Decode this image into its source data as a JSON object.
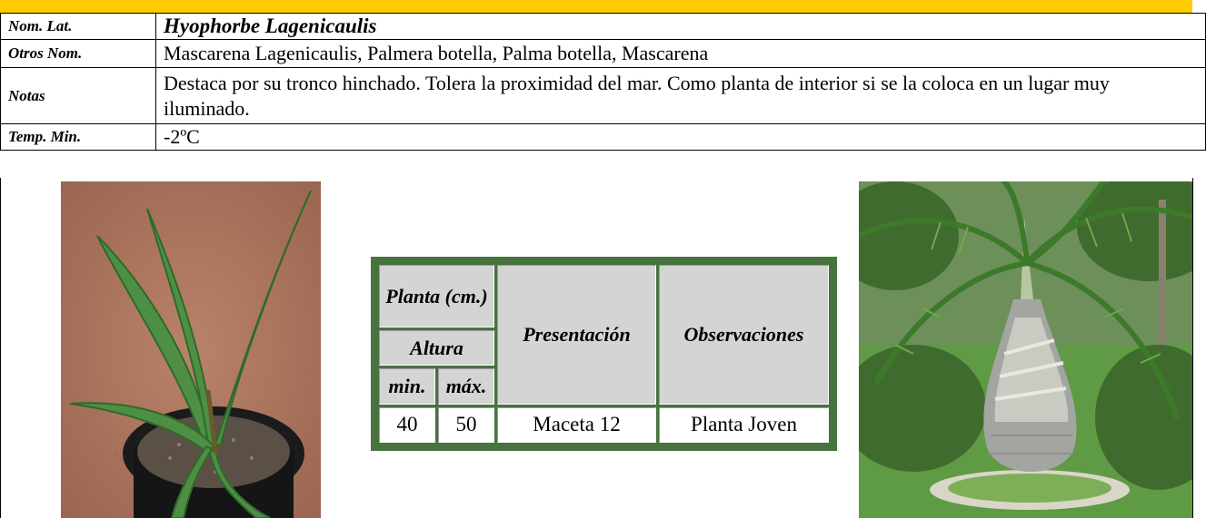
{
  "info": {
    "rows": [
      {
        "label": "Nom. Lat.",
        "value": "Hyophorbe Lagenicaulis"
      },
      {
        "label": "Otros Nom.",
        "value": "Mascarena Lagenicaulis, Palmera botella, Palma botella, Mascarena"
      },
      {
        "label": "Notas",
        "value": "Destaca por su tronco hinchado. Tolera la proximidad del mar. Como planta de interior si se la coloca en un lugar muy iluminado."
      },
      {
        "label": "Temp. Min.",
        "value": "-2ºC"
      }
    ]
  },
  "sizes_table": {
    "header_planta": "Planta (cm.)",
    "header_presentacion": "Presentación",
    "header_observaciones": "Observaciones",
    "header_altura": "Altura",
    "header_min": "min.",
    "header_max": "máx.",
    "row": {
      "min": "40",
      "max": "50",
      "presentacion": "Maceta 12",
      "observaciones": "Planta Joven"
    }
  },
  "colors": {
    "top_bar": "#ffcc00",
    "table_frame": "#47733f",
    "header_cell": "#d4d4d4"
  },
  "images": {
    "left": "photo of young bottle palm seedling in black pot on soil",
    "right": "photo of mature bottle palm with swollen trunk on lawn"
  }
}
